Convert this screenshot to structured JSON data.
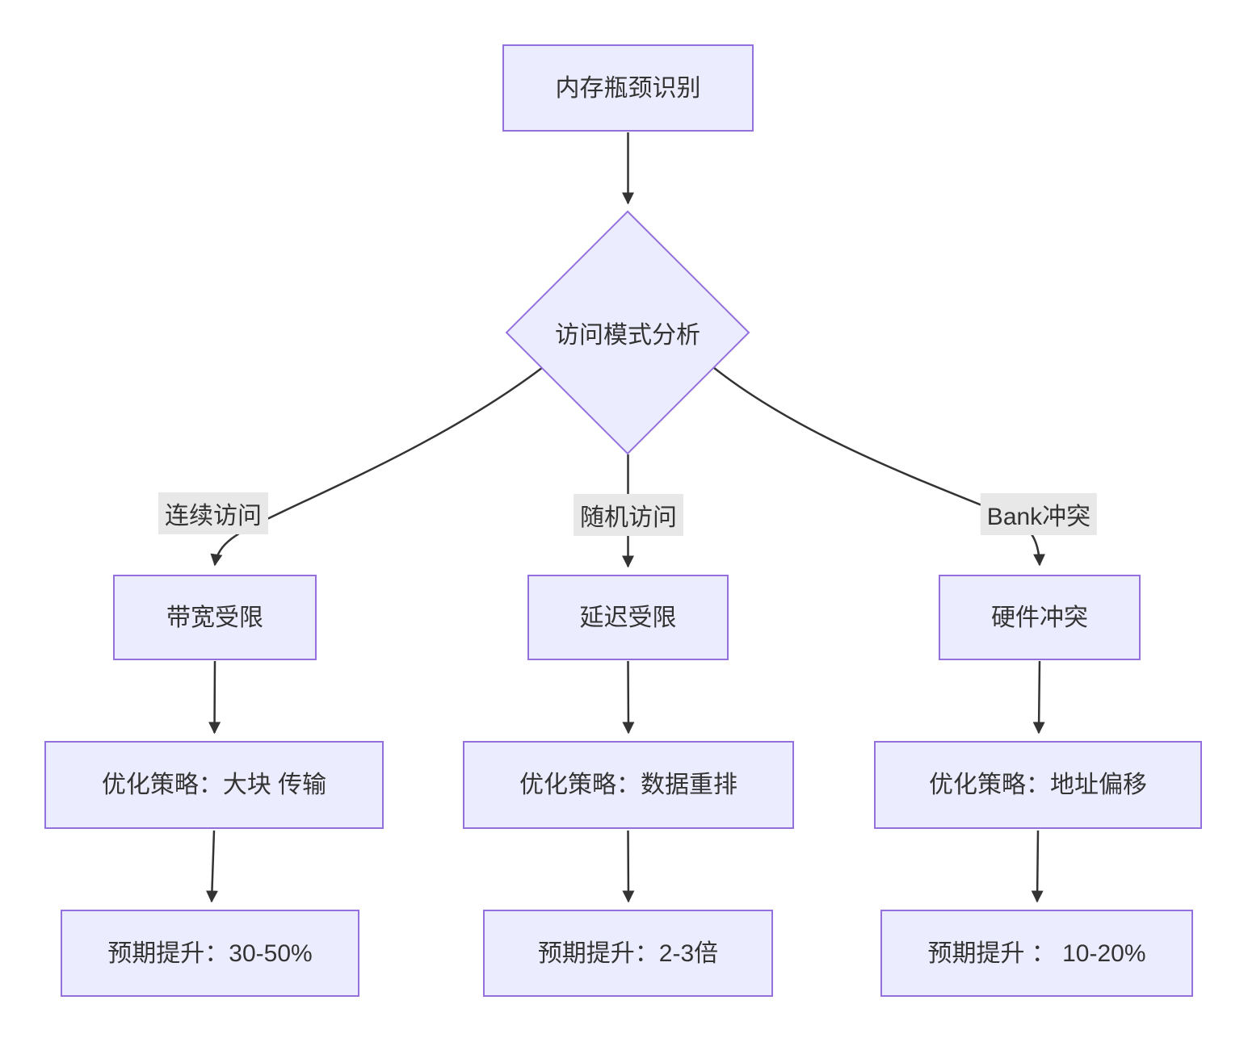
{
  "diagram_type": "flowchart",
  "nodes": {
    "root": "内存瓶颈识别",
    "decision": "访问模式分析"
  },
  "branches": [
    {
      "condition": "连续访问",
      "problem": "带宽受限",
      "strategy": "优化策略：大块 传输",
      "improvement": "预期提升：30-50%"
    },
    {
      "condition": "随机访问",
      "problem": "延迟受限",
      "strategy": "优化策略：数据重排",
      "improvement": "预期提升：2-3倍"
    },
    {
      "condition": "Bank冲突",
      "problem": "硬件冲突",
      "strategy": "优化策略：地址偏移",
      "improvement": "预期提升 ： 10-20%"
    }
  ],
  "colors": {
    "node_fill": "#ECECFF",
    "node_border": "#9370DB",
    "edge_line": "#333333",
    "edge_label_bg": "#e8e8e8",
    "text": "#333333",
    "background": "#ffffff"
  }
}
